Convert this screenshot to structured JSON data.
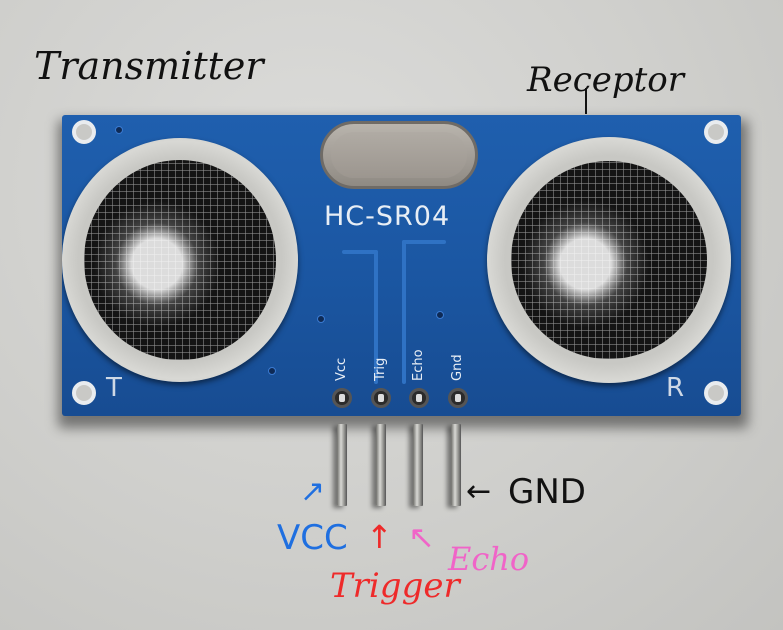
{
  "scene": {
    "subject": "HC-SR04 ultrasonic distance sensor module",
    "background_color": "#cfcfcd",
    "board_color": "#1b57a3"
  },
  "board": {
    "model_label": "HC-SR04",
    "corner_left": "T",
    "corner_right": "R",
    "pin_labels": [
      "Vcc",
      "Trig",
      "Echo",
      "Gnd"
    ]
  },
  "annotations": {
    "transmitter": {
      "text": "Transmitter",
      "color": "#111111"
    },
    "receptor": {
      "text": "Receptor",
      "color": "#111111"
    },
    "gnd": {
      "text": "GND",
      "arrow": "←",
      "color": "#111111"
    },
    "vcc": {
      "text": "VCC",
      "arrow": "↗",
      "color": "#1f6fe0"
    },
    "trigger": {
      "text": "Trigger",
      "arrow": "↑",
      "color": "#ee2a2a"
    },
    "echo": {
      "text": "Echo",
      "arrow": "↖",
      "color": "#f064c8"
    }
  }
}
